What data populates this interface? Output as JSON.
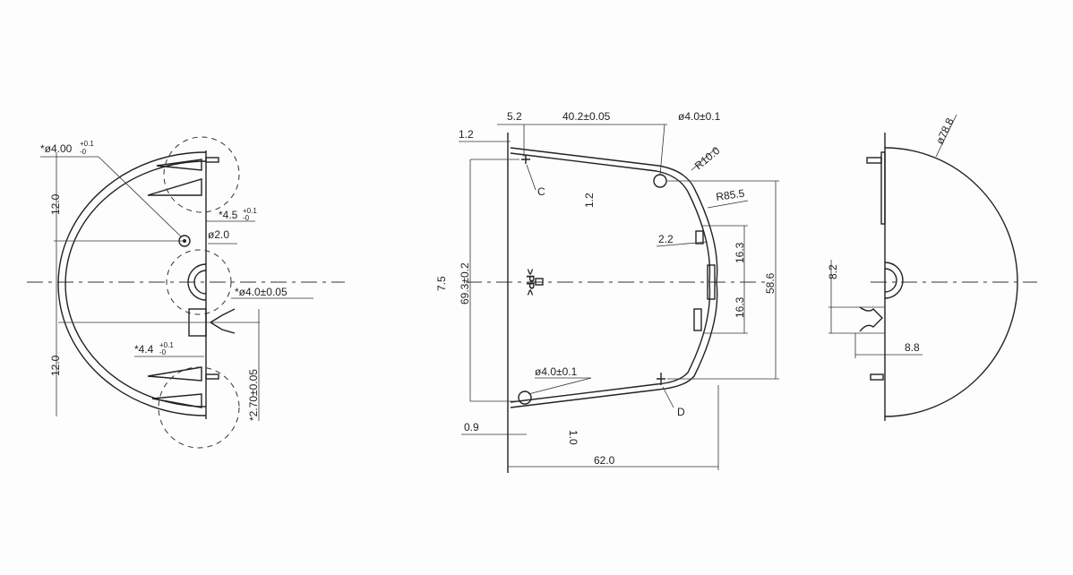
{
  "drawing": {
    "left_view": {
      "hole_dia": "*ø4.00",
      "hole_tol_upper": "+0.1",
      "hole_tol_lower": "-0",
      "dim_upper": "12.0",
      "dim_lower": "12.0",
      "tab_width": "*4.5",
      "tab_tol_upper": "+0.1",
      "tab_tol_lower": "-0",
      "small_hole": "ø2.0",
      "slot_dia": "*ø4.0±0.05",
      "slot_width": "*4.4",
      "slot_tol_upper": "+0.1",
      "slot_tol_lower": "-0",
      "slot_height": "*2.70±0.05"
    },
    "front_view": {
      "dim_5_2": "5.2",
      "dim_40_2": "40.2±0.05",
      "hole_top": "ø4.0±0.1",
      "dim_1_2_top": "1.2",
      "label_c": "C",
      "wall_1_2": "1.2",
      "radius_10": "R10.0",
      "radius_85_5": "R85.5",
      "dim_2_2": "2.2",
      "dim_16_3_upper": "16.3",
      "dim_58_6": "58.6",
      "dim_16_3_lower": "16.3",
      "dim_69_3": "69.3±0.2",
      "dim_7_5": "7.5",
      "material_mark": ">PP<",
      "hole_bottom": "ø4.0±0.1",
      "label_d": "D",
      "dim_0_9": "0.9",
      "wall_1_0": "1.0",
      "dim_62": "62.0"
    },
    "right_view": {
      "diameter": "ø78.8",
      "dim_8_2": "8.2",
      "dim_8_8": "8.8"
    }
  }
}
